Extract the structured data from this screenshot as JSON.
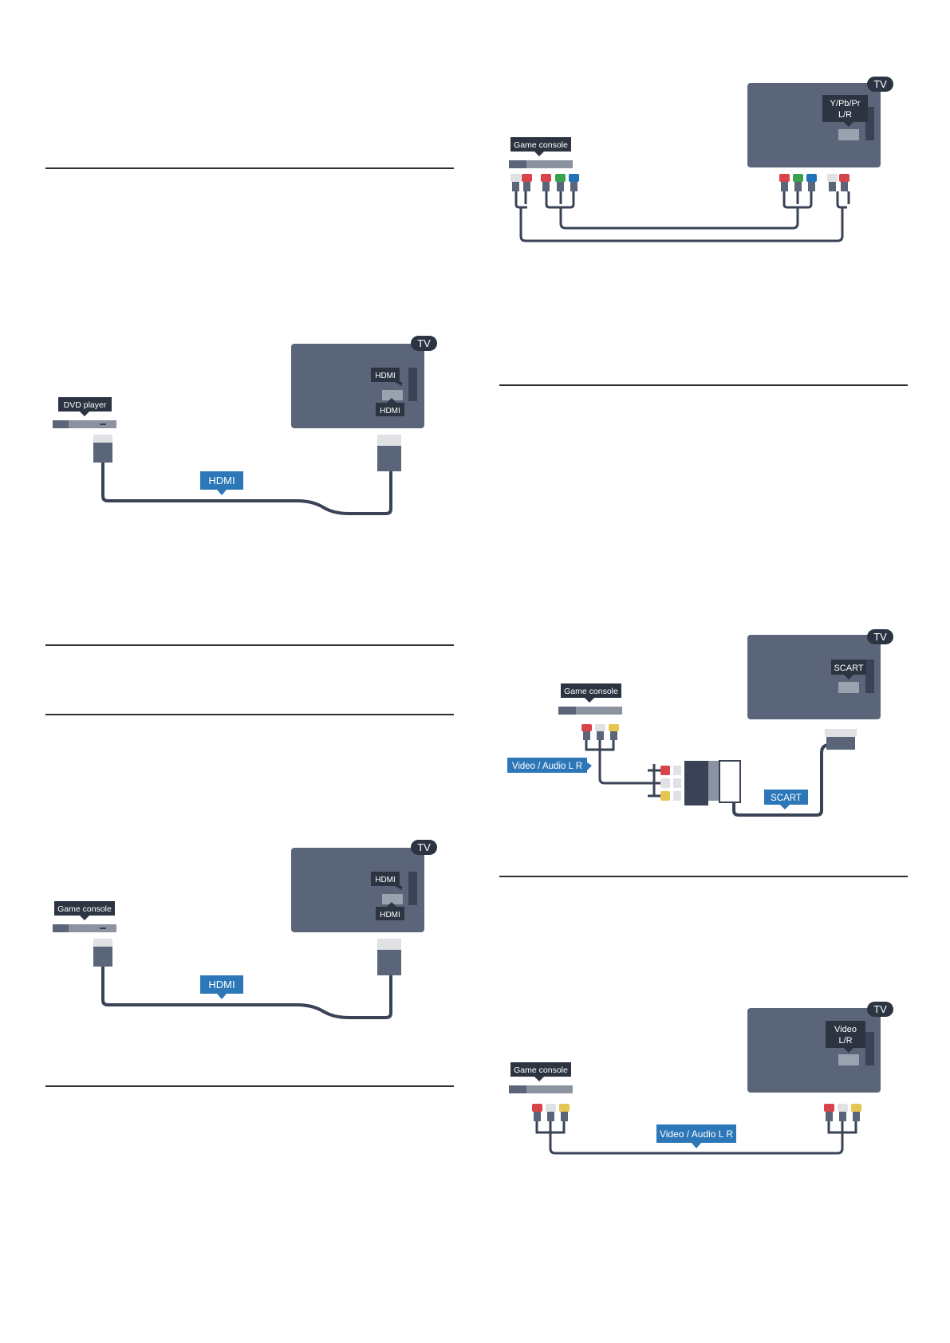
{
  "page": {
    "background": "#ffffff"
  },
  "colors": {
    "tv_body": "#5b6579",
    "tv_badge": "#2c3442",
    "cable": "#3a4356",
    "callout_dark": "#2c3442",
    "callout_blue": "#2c77b8",
    "plug_red": "#d9434a",
    "plug_white": "#dfe1e4",
    "plug_green": "#39a24c",
    "plug_blue": "#1f73b7",
    "plug_yellow": "#e6c552"
  },
  "diagrams": {
    "hdmi_dvd": {
      "tv_badge": "TV",
      "port_label": "HDMI",
      "port_label_2": "HDMI",
      "device_label": "DVD player",
      "cable_label": "HDMI"
    },
    "hdmi_console": {
      "tv_badge": "TV",
      "port_label": "HDMI",
      "port_label_2": "HDMI",
      "device_label": "Game console",
      "cable_label": "HDMI"
    },
    "ypbpr_console": {
      "tv_badge": "TV",
      "port_label_line1": "Y/Pb/Pr",
      "port_label_line2": "L/R",
      "device_label": "Game console"
    },
    "scart_console": {
      "tv_badge": "TV",
      "port_label": "SCART",
      "device_label": "Game console",
      "adapter_label": "Video / Audio L R",
      "cable_label": "SCART"
    },
    "cvbs_console": {
      "tv_badge": "TV",
      "port_label_line1": "Video",
      "port_label_line2": "L/R",
      "device_label": "Game console",
      "cable_label": "Video / Audio L R"
    }
  }
}
